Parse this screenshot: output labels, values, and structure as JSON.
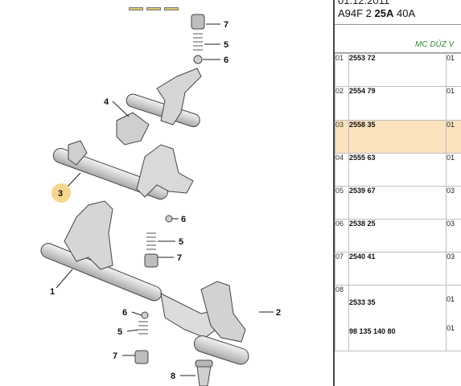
{
  "header": {
    "date_partial": "01.12.2011",
    "model_prefix": "A94F 2",
    "model_bold": "25A",
    "model_suffix": "40A",
    "column_title": "MC DÜZ V"
  },
  "diagram": {
    "callouts": [
      "7",
      "5",
      "6",
      "4",
      "3",
      "6",
      "5",
      "7",
      "1",
      "6",
      "5",
      "7",
      "2",
      "8"
    ],
    "highlighted_callout": "3"
  },
  "parts": [
    {
      "index": "01",
      "ref": "2553 72",
      "qty": "01"
    },
    {
      "index": "02",
      "ref": "2554 79",
      "qty": "01"
    },
    {
      "index": "03",
      "ref": "2558 35",
      "qty": "01",
      "highlighted": true
    },
    {
      "index": "04",
      "ref": "2555 63",
      "qty": "01"
    },
    {
      "index": "05",
      "ref": "2539 67",
      "qty": "03"
    },
    {
      "index": "06",
      "ref": "2538 25",
      "qty": "03"
    },
    {
      "index": "07",
      "ref": "2540 41",
      "qty": "03"
    },
    {
      "index": "08",
      "ref": "2533 35",
      "qty": "01",
      "ref_extra": "98 135 140 80",
      "qty_extra": "01"
    }
  ],
  "colors": {
    "highlight_row": "#fbe3bd",
    "highlight_callout": "#f7d78e",
    "header_text": "#2e8b2e"
  }
}
